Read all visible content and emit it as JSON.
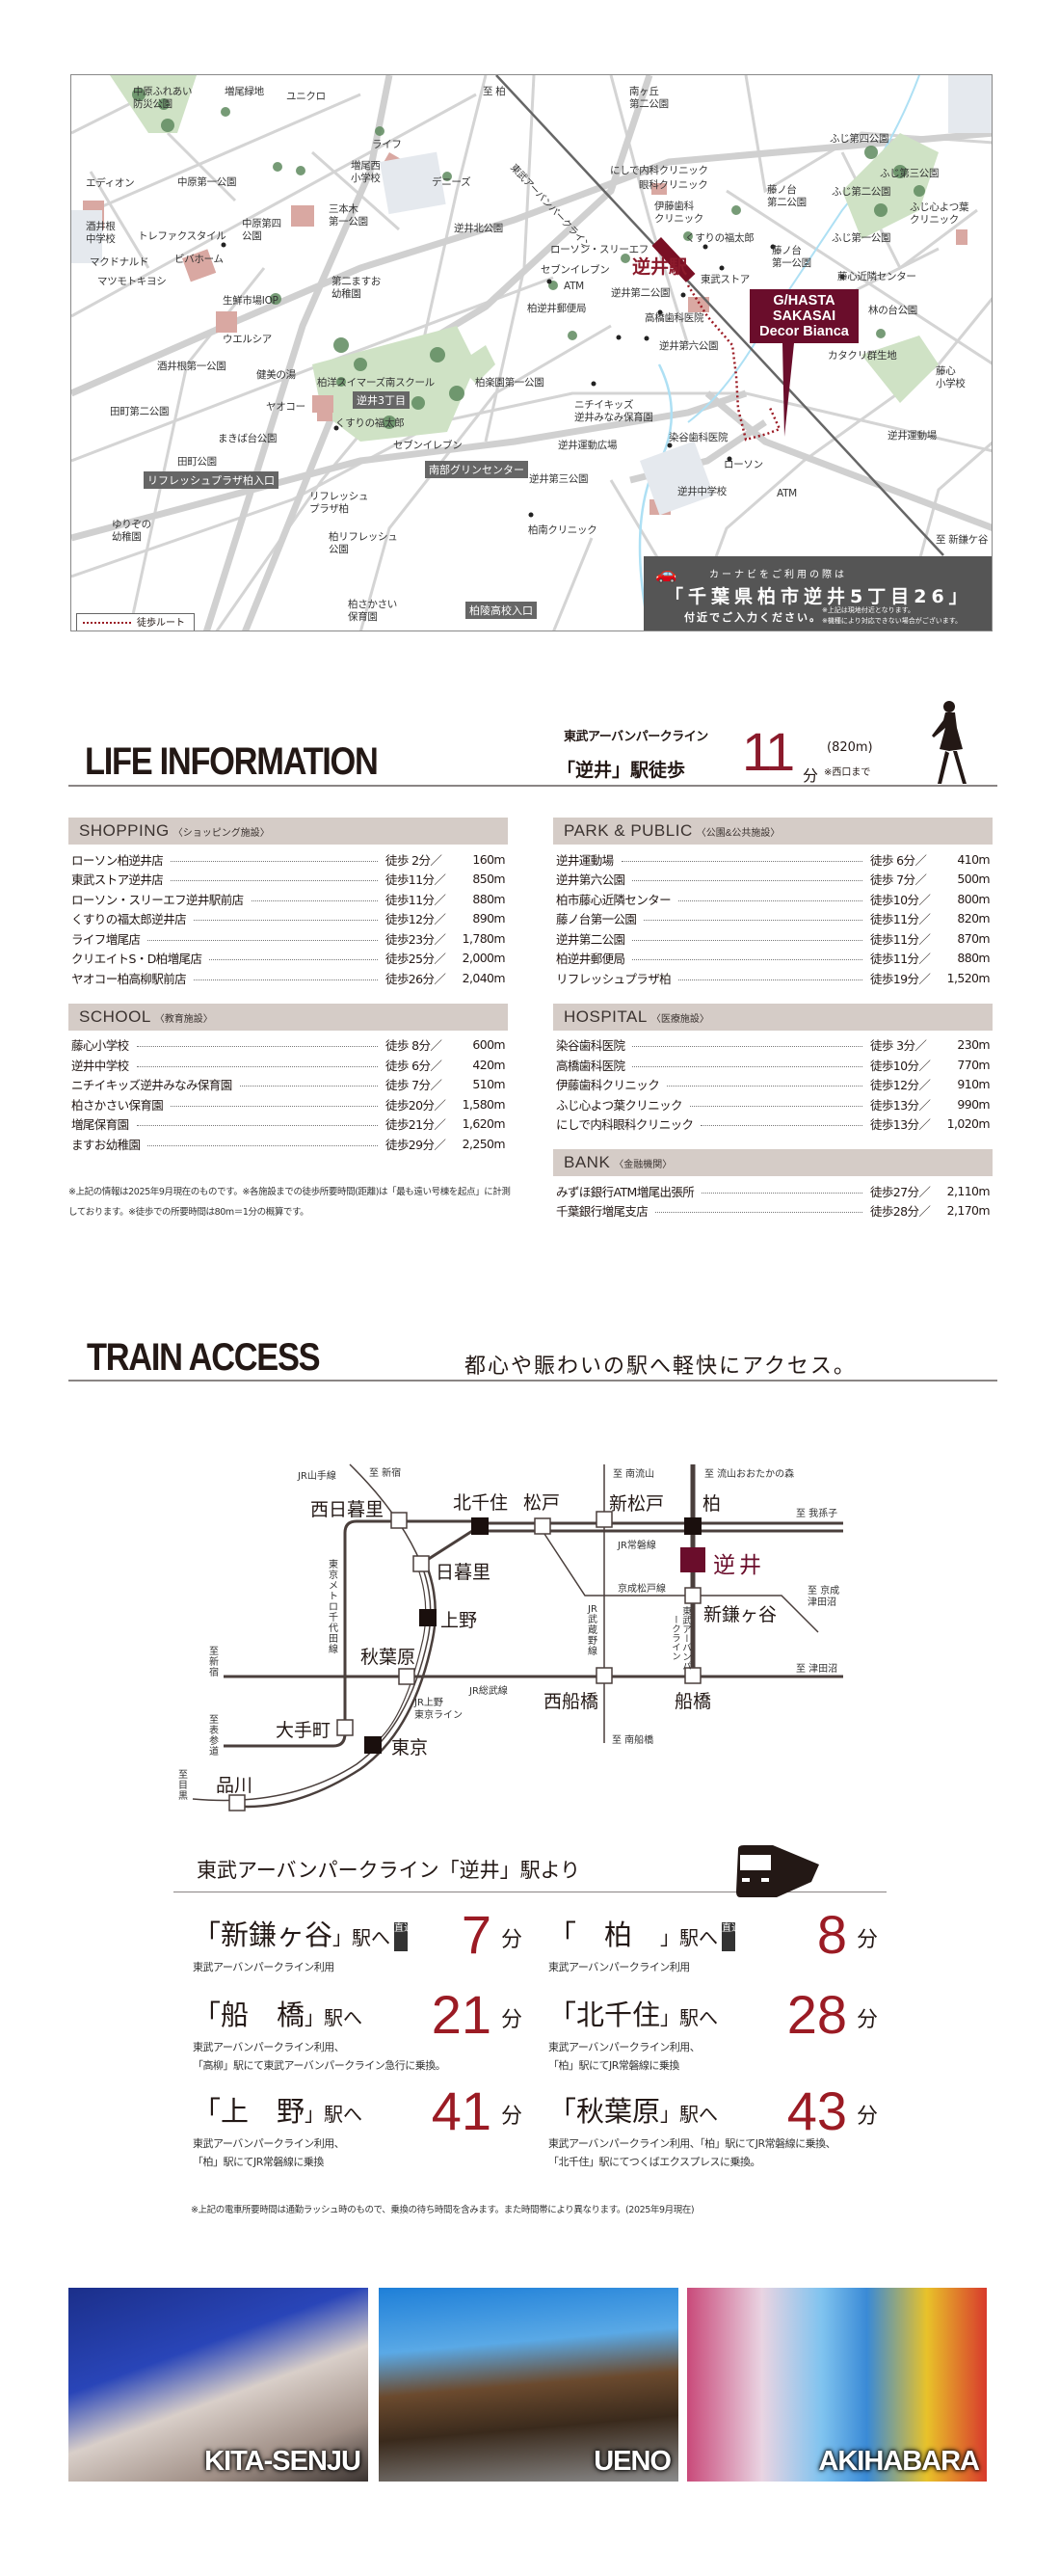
{
  "map": {
    "direction_north": "至 柏",
    "direction_south": "至 新鎌ケ谷",
    "railway_name": "東武アーバンパークライン",
    "station": "逆井駅",
    "property": [
      "G/HASTA",
      "SAKASAI",
      "Decor Bianca"
    ],
    "labels": [
      {
        "t": "中原ふれあい\n防災公園"
      },
      {
        "t": "増尾緑地"
      },
      {
        "t": "ユニクロ"
      },
      {
        "t": "ライフ"
      },
      {
        "t": "増尾西\n小学校"
      },
      {
        "t": "デニーズ"
      },
      {
        "t": "エディオン"
      },
      {
        "t": "中原第一公園"
      },
      {
        "t": "三本木\n第一公園"
      },
      {
        "t": "酒井根\n中学校"
      },
      {
        "t": "中原第四\n公園"
      },
      {
        "t": "トレファクスタイル"
      },
      {
        "t": "逆井北公園"
      },
      {
        "t": "マクドナルド"
      },
      {
        "t": "ビバホーム"
      },
      {
        "t": "マツモトキヨシ"
      },
      {
        "t": "第二ますお\n幼稚園"
      },
      {
        "t": "生鮮市場IOP"
      },
      {
        "t": "ウエルシア"
      },
      {
        "t": "南ヶ丘\n第二公園"
      },
      {
        "t": "ふじ第四公園"
      },
      {
        "t": "にしで内科クリニック"
      },
      {
        "t": "眼科クリニック"
      },
      {
        "t": "ふじ第三公園"
      },
      {
        "t": "藤ノ台\n第二公園"
      },
      {
        "t": "ふじ第二公園"
      },
      {
        "t": "ふじ心よつ葉\nクリニック"
      },
      {
        "t": "伊藤歯科\nクリニック"
      },
      {
        "t": "くすりの福太郎"
      },
      {
        "t": "ふじ第一公園"
      },
      {
        "t": "ローソン・スリーエフ"
      },
      {
        "t": "藤ノ台\n第一公園"
      },
      {
        "t": "セブンイレブン"
      },
      {
        "t": "東武ストア"
      },
      {
        "t": "藤心近隣センター"
      },
      {
        "t": "ATM"
      },
      {
        "t": "逆井第二公園"
      },
      {
        "t": "柏逆井郵便局"
      },
      {
        "t": "林の台公園"
      },
      {
        "t": "高橋歯科医院"
      },
      {
        "t": "逆井第六公園"
      },
      {
        "t": "カタクリ群生地"
      },
      {
        "t": "酒井根第一公園"
      },
      {
        "t": "健美の湯"
      },
      {
        "t": "柏洋スイマーズ南スクール"
      },
      {
        "t": "柏楽園第一公園"
      },
      {
        "t": "田町第二公園"
      },
      {
        "t": "ヤオコー"
      },
      {
        "t": "くすりの福太郎"
      },
      {
        "t": "まきば台公園"
      },
      {
        "t": "セブンイレブン"
      },
      {
        "t": "田町公園"
      },
      {
        "t": "逆井第三公園"
      },
      {
        "t": "リフレッシュ\nプラザ柏"
      },
      {
        "t": "ゆりぞの\n幼稚園"
      },
      {
        "t": "柏リフレッシュ\n公園"
      },
      {
        "t": "柏南クリニック"
      },
      {
        "t": "柏さかさい\n保育園"
      },
      {
        "t": "ニチイキッズ\n逆井みなみ保育園"
      },
      {
        "t": "逆井運動広場"
      },
      {
        "t": "染谷歯科医院"
      },
      {
        "t": "藤心\n小学校"
      },
      {
        "t": "逆井運動場"
      },
      {
        "t": "ローソン"
      },
      {
        "t": "逆井中学校"
      },
      {
        "t": "ATM"
      }
    ],
    "bus_stops": [
      "逆井3丁目",
      "南部グリンセンター",
      "リフレッシュプラザ柏入口",
      "柏陵高校入口"
    ],
    "legend": "徒歩ルート",
    "carnav": {
      "lead": "カーナビをご利用の際は",
      "address": "「千葉県柏市逆井5丁目26」",
      "tail": "付近でご入力ください。",
      "note1": "※上記は現地付近となります。",
      "note2": "※機種により対応できない場合がございます。"
    }
  },
  "life": {
    "title": "LIFE INFORMATION",
    "line": "東武アーバンパークライン",
    "station_phrase": "「逆井」駅徒歩",
    "minutes": "11",
    "minutes_unit": "分",
    "distance": "(820m)",
    "distance_note": "※西口まで",
    "sections_left": [
      {
        "title": "SHOPPING",
        "sub": "〈ショッピング施設〉",
        "rows": [
          {
            "name": "ローソン柏逆井店",
            "walk": "徒歩 2分／",
            "dist": "160m"
          },
          {
            "name": "東武ストア逆井店",
            "walk": "徒歩11分／",
            "dist": "850m"
          },
          {
            "name": "ローソン・スリーエフ逆井駅前店",
            "walk": "徒歩11分／",
            "dist": "880m"
          },
          {
            "name": "くすりの福太郎逆井店",
            "walk": "徒歩12分／",
            "dist": "890m"
          },
          {
            "name": "ライフ増尾店",
            "walk": "徒歩23分／",
            "dist": "1,780m"
          },
          {
            "name": "クリエイトS・D柏増尾店",
            "walk": "徒歩25分／",
            "dist": "2,000m"
          },
          {
            "name": "ヤオコー柏高柳駅前店",
            "walk": "徒歩26分／",
            "dist": "2,040m"
          }
        ]
      },
      {
        "title": "SCHOOL",
        "sub": "〈教育施設〉",
        "rows": [
          {
            "name": "藤心小学校",
            "walk": "徒歩 8分／",
            "dist": "600m"
          },
          {
            "name": "逆井中学校",
            "walk": "徒歩 6分／",
            "dist": "420m"
          },
          {
            "name": "ニチイキッズ逆井みなみ保育園",
            "walk": "徒歩 7分／",
            "dist": "510m"
          },
          {
            "name": "柏さかさい保育園",
            "walk": "徒歩20分／",
            "dist": "1,580m"
          },
          {
            "name": "増尾保育園",
            "walk": "徒歩21分／",
            "dist": "1,620m"
          },
          {
            "name": "ますお幼稚園",
            "walk": "徒歩29分／",
            "dist": "2,250m"
          }
        ]
      }
    ],
    "sections_right": [
      {
        "title": "PARK & PUBLIC",
        "sub": "〈公園&公共施設〉",
        "rows": [
          {
            "name": "逆井運動場",
            "walk": "徒歩 6分／",
            "dist": "410m"
          },
          {
            "name": "逆井第六公園",
            "walk": "徒歩 7分／",
            "dist": "500m"
          },
          {
            "name": "柏市藤心近隣センター",
            "walk": "徒歩10分／",
            "dist": "800m"
          },
          {
            "name": "藤ノ台第一公園",
            "walk": "徒歩11分／",
            "dist": "820m"
          },
          {
            "name": "逆井第二公園",
            "walk": "徒歩11分／",
            "dist": "870m"
          },
          {
            "name": "柏逆井郵便局",
            "walk": "徒歩11分／",
            "dist": "880m"
          },
          {
            "name": "リフレッシュプラザ柏",
            "walk": "徒歩19分／",
            "dist": "1,520m"
          }
        ]
      },
      {
        "title": "HOSPITAL",
        "sub": "〈医療施設〉",
        "rows": [
          {
            "name": "染谷歯科医院",
            "walk": "徒歩 3分／",
            "dist": "230m"
          },
          {
            "name": "高橋歯科医院",
            "walk": "徒歩10分／",
            "dist": "770m"
          },
          {
            "name": "伊藤歯科クリニック",
            "walk": "徒歩12分／",
            "dist": "910m"
          },
          {
            "name": "ふじ心よつ葉クリニック",
            "walk": "徒歩13分／",
            "dist": "990m"
          },
          {
            "name": "にしで内科眼科クリニック",
            "walk": "徒歩13分／",
            "dist": "1,020m"
          }
        ]
      },
      {
        "title": "BANK",
        "sub": "〈金融機関〉",
        "rows": [
          {
            "name": "みずほ銀行ATM増尾出張所",
            "walk": "徒歩27分／",
            "dist": "2,110m"
          },
          {
            "name": "千葉銀行増尾支店",
            "walk": "徒歩28分／",
            "dist": "2,170m"
          }
        ]
      }
    ],
    "note": "※上記の情報は2025年9月現在のものです。※各施設までの徒歩所要時間(距離)は「最も遠い号棟を起点」に計測しております。※徒歩での所要時間は80m＝1分の概算です。"
  },
  "train": {
    "title": "TRAIN ACCESS",
    "catch": "都心や賑わいの駅へ軽快にアクセス。",
    "diagram": {
      "stations": {
        "nishinippori": "西日暮里",
        "kitasenju": "北千住",
        "matsudo": "松戸",
        "shinmatsudo": "新松戸",
        "kashiwa": "柏",
        "sakasai": "逆井",
        "nippori": "日暮里",
        "ueno": "上野",
        "akihabara": "秋葉原",
        "otemachi": "大手町",
        "tokyo": "東京",
        "shinagawa": "品川",
        "shinkamagaya": "新鎌ヶ谷",
        "nishifunabashi": "西船橋",
        "funabashi": "船橋"
      },
      "lines": {
        "yamanote": "JR山手線",
        "chiyoda": "東京メトロ千代田線",
        "sobu": "JR総武線",
        "ueno_tokyo": "JR上野\n東京ライン",
        "joban": "JR常磐線",
        "keisei": "京成松戸線",
        "musashino": "JR武蔵野線",
        "tobu": "東武アーバンパークライン"
      },
      "directions": {
        "shinjuku_top": "至 新宿",
        "shinjuku_left": "至新宿",
        "omotesando": "至表参道",
        "meguro": "至目黒",
        "minaminagareyama": "至 南流山",
        "otakanomori": "至 流山おおたかの森",
        "abiko": "至 我孫子",
        "keisei_tsudanuma": "至 京成\n津田沼",
        "tsudanuma": "至 津田沼",
        "minamifunabashi": "至 南船橋"
      }
    },
    "from_title": "東武アーバンパークライン「逆井」駅より",
    "direct_label": "直通",
    "eki_suffix": "」駅へ",
    "min_unit": "分",
    "routes": [
      {
        "station": "「新鎌ヶ谷",
        "minutes": "7",
        "direct": true,
        "note": "東武アーバンパークライン利用"
      },
      {
        "station": "「　柏　",
        "minutes": "8",
        "direct": true,
        "note": "東武アーバンパークライン利用"
      },
      {
        "station": "「船　橋",
        "minutes": "21",
        "direct": false,
        "note": "東武アーバンパークライン利用、\n「高柳」駅にて東武アーバンパークライン急行に乗換。"
      },
      {
        "station": "「北千住",
        "minutes": "28",
        "direct": false,
        "note": "東武アーバンパークライン利用、\n「柏」駅にてJR常磐線に乗換"
      },
      {
        "station": "「上　野",
        "minutes": "41",
        "direct": false,
        "note": "東武アーバンパークライン利用、\n「柏」駅にてJR常磐線に乗換"
      },
      {
        "station": "「秋葉原",
        "minutes": "43",
        "direct": false,
        "note": "東武アーバンパークライン利用、「柏」駅にてJR常磐線に乗換、\n「北千住」駅にてつくばエクスプレスに乗換。"
      }
    ],
    "note": "※上記の電車所要時間は通勤ラッシュ時のもので、乗換の待ち時間を含みます。また時間帯により異なります。(2025年9月現在)",
    "photos": [
      "KITA-SENJU",
      "UENO",
      "AKIHABARA"
    ]
  },
  "colors": {
    "maroon": "#6a0d2b",
    "red": "#9b1b24",
    "section_bg": "#d5ccc7"
  }
}
